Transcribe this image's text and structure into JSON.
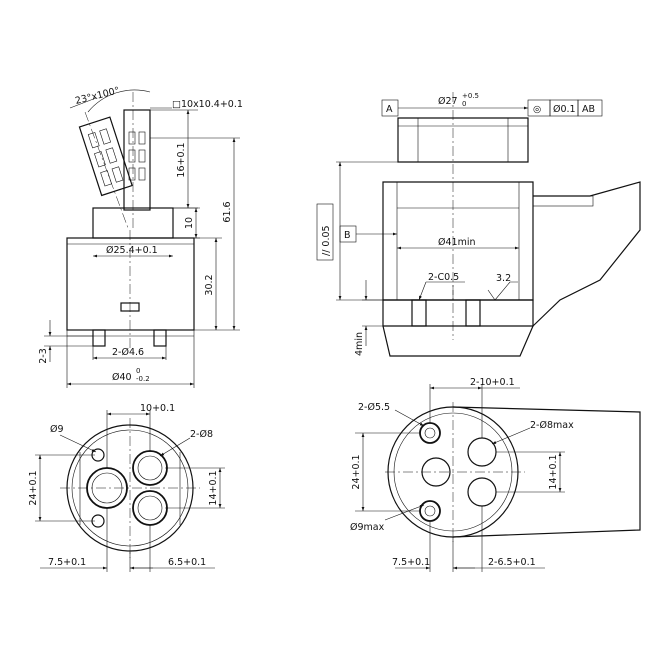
{
  "left_top": {
    "angle": "23°x100°",
    "square": "□10x10.4+0.1",
    "h16": "16+0.1",
    "h10": "10",
    "h61": "61.6",
    "d25": "Ø25.4+0.1",
    "h30": "30.2",
    "h23": "2-3",
    "d46": "2-Ø4.6",
    "d40": "Ø40",
    "d40_upper": "0",
    "d40_lower": "-0.2"
  },
  "left_bottom": {
    "w10": "10+0.1",
    "d9": "Ø9",
    "d8": "2-Ø8",
    "h24": "24+0.1",
    "h14": "14+0.1",
    "w75": "7.5+0.1",
    "w65": "6.5+0.1"
  },
  "right_top": {
    "datum_a": "A",
    "d27": "Ø27",
    "d27_upper": "+0.5",
    "d27_lower": "0",
    "concentric_sym": "◎",
    "tol": "Ø0.1",
    "datum_ref": "AB",
    "parallel": "// 0.05",
    "datum_b": "B",
    "d41": "Ø41min",
    "chamfer": "2-C0.5",
    "rough": "3.2",
    "h4": "4min"
  },
  "right_bottom": {
    "w210": "2-10+0.1",
    "d55": "2-Ø5.5",
    "d8max": "2-Ø8max",
    "h24": "24+0.1",
    "h14": "14+0.1",
    "d9max": "Ø9max",
    "w75": "7.5+0.1",
    "w265": "2-6.5+0.1"
  }
}
